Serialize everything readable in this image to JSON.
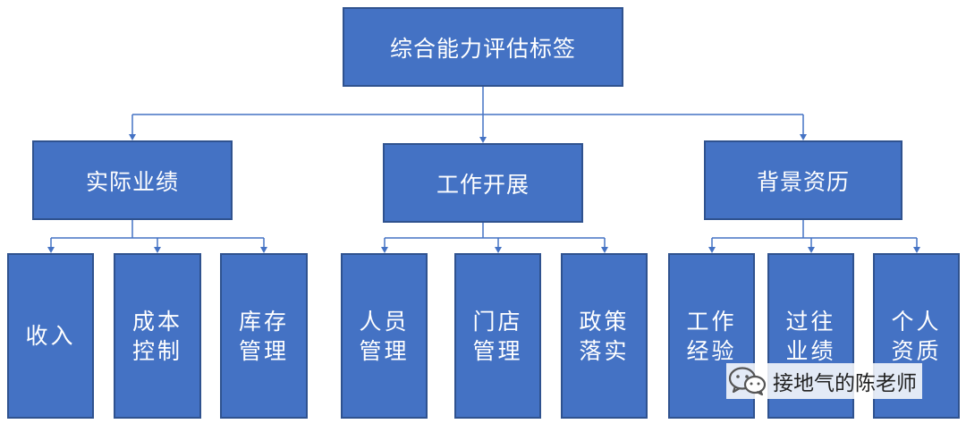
{
  "colors": {
    "box_fill": "#4472C4",
    "box_border": "#2F528F",
    "connector": "#4472C4",
    "text": "#FFFFFF"
  },
  "root": {
    "label": "综合能力评估标签"
  },
  "categories": [
    {
      "label": "实际业绩",
      "children": [
        "收入",
        "成本\n控制",
        "库存\n管理"
      ]
    },
    {
      "label": "工作开展",
      "children": [
        "人员\n管理",
        "门店\n管理",
        "政策\n落实"
      ]
    },
    {
      "label": "背景资历",
      "children": [
        "工作\n经验",
        "过往\n业绩",
        "个人\n资质"
      ]
    }
  ],
  "watermark": {
    "text": "接地气的陈老师",
    "icon": "wechat-icon"
  }
}
